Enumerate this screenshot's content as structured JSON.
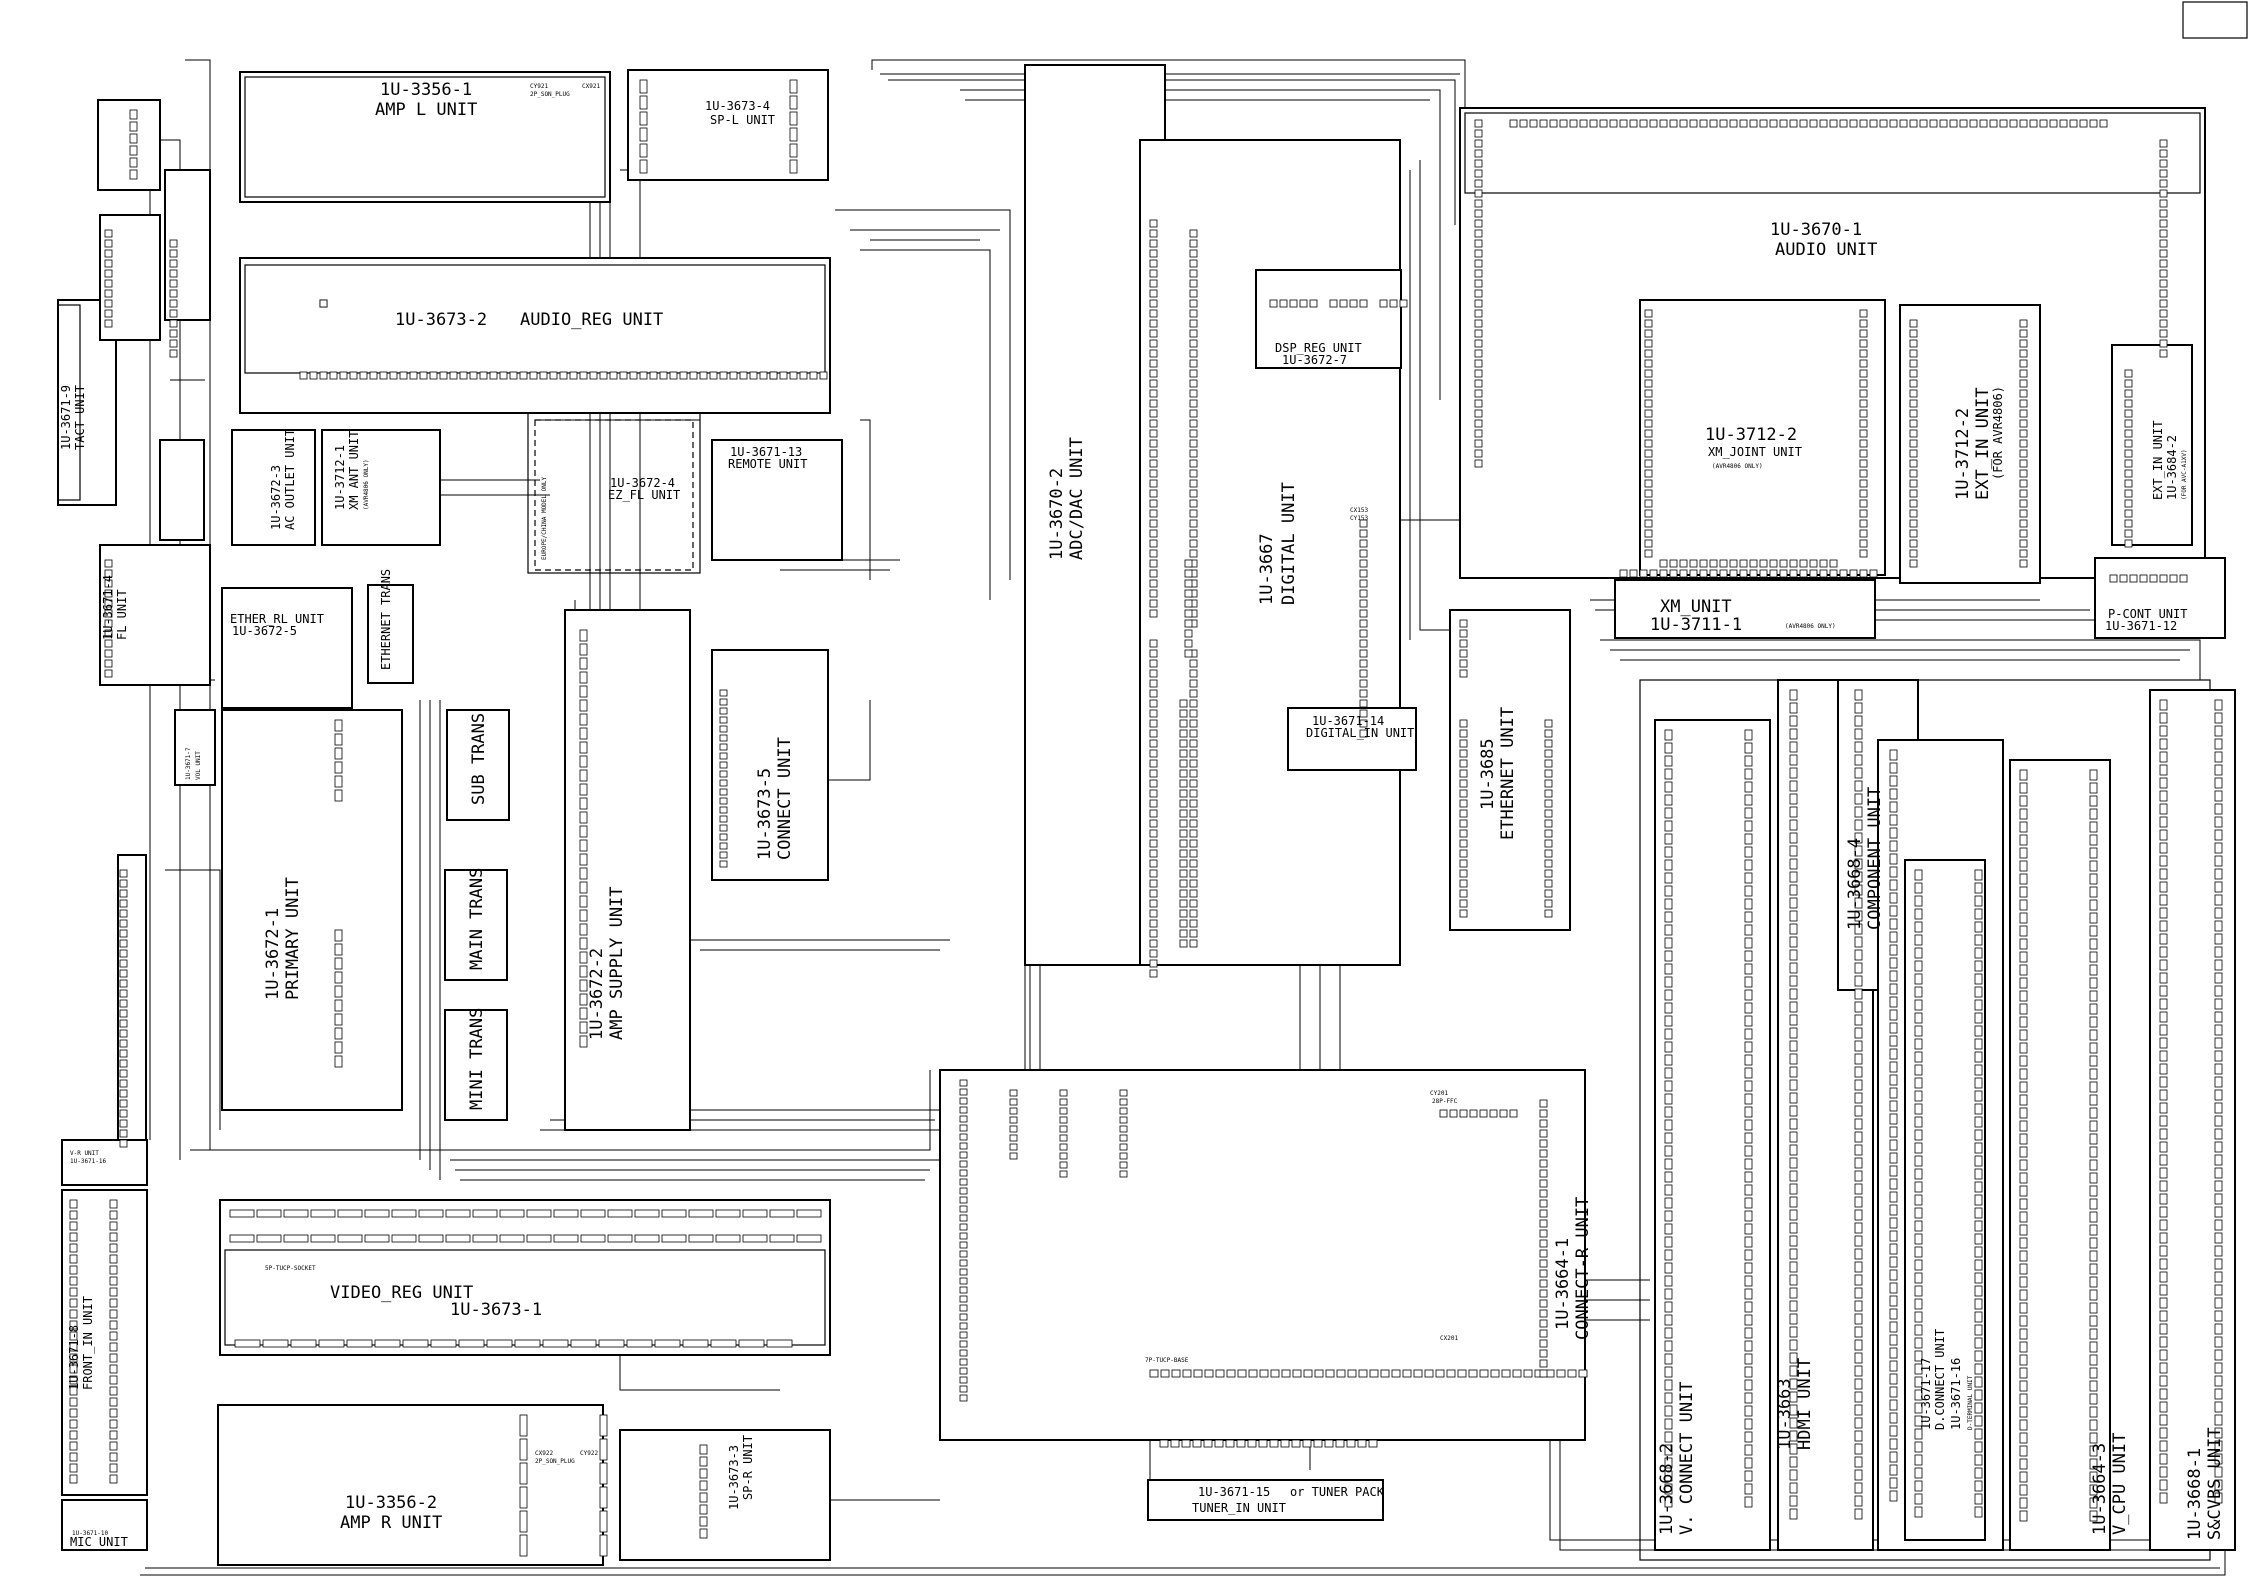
{
  "units": {
    "amp_l": {
      "id": "1U-3356-1",
      "name": "AMP L UNIT"
    },
    "sp_l": {
      "id": "1U-3673-4",
      "name": "SP-L UNIT"
    },
    "audio_reg": {
      "id": "1U-3673-2",
      "name": "AUDIO_REG UNIT"
    },
    "adc_dac": {
      "id": "1U-3670-2",
      "name": "ADC/DAC UNIT"
    },
    "digital": {
      "id": "1U-3667",
      "name": "DIGITAL UNIT"
    },
    "dsp_reg": {
      "id": "1U-3672-7",
      "name": "DSP_REG UNIT"
    },
    "audio": {
      "id": "1U-3670-1",
      "name": "AUDIO UNIT"
    },
    "xm_joint": {
      "id": "1U-3712-2",
      "name": "XM_JOINT UNIT",
      "note": "(AVR4806 ONLY)"
    },
    "xm": {
      "id": "1U-3711-1",
      "name": "XM_UNIT",
      "note": "(AVR4806 ONLY)"
    },
    "ext_in": {
      "id": "1U-3712-2",
      "name": "EXT_IN UNIT",
      "note": "(FOR AVR4806)"
    },
    "ext_in2": {
      "id": "1U-3684-2",
      "name": "EXT_IN UNIT",
      "note": "(FOR AVC-A1XV)"
    },
    "pcont": {
      "id": "1U-3671-12",
      "name": "P-CONT UNIT"
    },
    "remote": {
      "id": "1U-3671-13",
      "name": "REMOTE UNIT"
    },
    "ez_fl": {
      "id": "1U-3672-4",
      "name": "EZ_FL UNIT",
      "note": "EUROPE/CHINA MODEL ONLY"
    },
    "ac_outlet": {
      "id": "1U-3672-3",
      "name": "AC OUTLET UNIT"
    },
    "xm_ant": {
      "id": "1U-3712-1",
      "name": "XM ANT UNIT",
      "note": "(AVR4806 ONLY)"
    },
    "ether_rl": {
      "id": "1U-3672-5",
      "name": "ETHER_RL UNIT"
    },
    "ethernet_trans": {
      "name": "ETHERNET TRANS"
    },
    "sub_trans": {
      "name": "SUB TRANS"
    },
    "main_trans": {
      "name": "MAIN TRANS"
    },
    "mini_trans": {
      "name": "MINI TRANS"
    },
    "primary": {
      "id": "1U-3672-1",
      "name": "PRIMARY UNIT"
    },
    "amp_supply": {
      "id": "1U-3672-2",
      "name": "AMP SUPPLY UNIT"
    },
    "connect_unit": {
      "id": "1U-3673-5",
      "name": "CONNECT UNIT"
    },
    "digital_in": {
      "id": "1U-3671-14",
      "name": "DIGITAL_IN UNIT"
    },
    "ethernet": {
      "id": "1U-3685",
      "name": "ETHERNET UNIT"
    },
    "connect_r": {
      "id": "1U-3664-1",
      "name": "CONNECT-R UNIT"
    },
    "video_reg": {
      "id": "1U-3673-1",
      "name": "VIDEO_REG UNIT"
    },
    "amp_r": {
      "id": "1U-3356-2",
      "name": "AMP R UNIT"
    },
    "sp_r": {
      "id": "1U-3673-3",
      "name": "SP-R UNIT"
    },
    "tuner_in": {
      "id": "1U-3671-15",
      "name": "TUNER_IN UNIT",
      "note": "or TUNER PACK"
    },
    "front_in": {
      "id": "1U-3671-8",
      "name": "FRONT_IN UNIT"
    },
    "v_unit": {
      "id": "1U-3671-16",
      "name": "V-R UNIT"
    },
    "mic": {
      "id": "1U-3671-10",
      "name": "MIC UNIT"
    },
    "tact": {
      "id": "1U-3671-9",
      "name": "TACT UNIT"
    },
    "fl": {
      "id": "1U-3671-4",
      "name": "FL UNIT"
    },
    "vol": {
      "id": "1U-3671-7",
      "name": "VOL UNIT"
    },
    "v_connect": {
      "id": "1U-3668-2",
      "name": "V. CONNECT UNIT"
    },
    "hdmi": {
      "id": "1U-3663",
      "name": "HDMI UNIT"
    },
    "component": {
      "id": "1U-3668-4",
      "name": "COMPONENT UNIT"
    },
    "d_connect": {
      "id": "1U-3671-17",
      "name": "D.CONNECT UNIT"
    },
    "d_terminal": {
      "id": "1U-3671-16",
      "name": "D-TERMINAL UNIT"
    },
    "v_cpu": {
      "id": "1U-3664-3",
      "name": "V_CPU UNIT"
    },
    "s_cvbs": {
      "id": "1U-3668-1",
      "name": "S&CVBS UNIT"
    }
  },
  "connector_labels": {
    "cx921": "CX921",
    "cy921": "CY921",
    "cx922": "CX922",
    "cy922": "CY922",
    "cx153": "CX153",
    "cy153": "CY153",
    "cx201": "CX201",
    "cy201": "CY201",
    "ffc_28p": "28P-FFC",
    "tuck_base": "7P-TUCP-BASE",
    "plug_2p": "2P_SON_PLUG",
    "sp_tuck_socket": "5P-TUCP-SOCKET"
  }
}
